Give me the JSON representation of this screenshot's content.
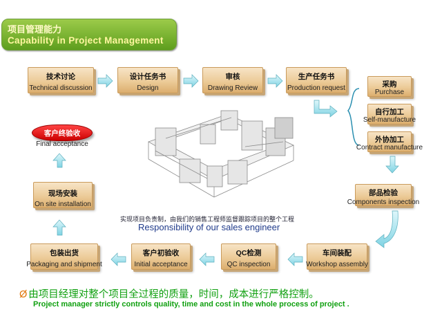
{
  "header": {
    "title_zh": "项目管理能力",
    "title_en": "Capability  in Project  Management"
  },
  "stages": {
    "technical": {
      "zh": "技术讨论",
      "en": "Technical discussion"
    },
    "design": {
      "zh": "设计任务书",
      "en": "Design"
    },
    "review": {
      "zh": "审核",
      "en": "Drawing Review"
    },
    "production": {
      "zh": "生产任务书",
      "en": "Production request"
    },
    "purchase": {
      "zh": "采购",
      "en": "Purchase"
    },
    "self": {
      "zh": "自行加工",
      "en": "Self-manufacture"
    },
    "contract": {
      "zh": "外协加工",
      "en": "Contract manufacture"
    },
    "components": {
      "zh": "部品检验",
      "en": "Components inspection"
    },
    "workshop": {
      "zh": "车间装配",
      "en": "Workshop assembly"
    },
    "qc": {
      "zh": "QC检测",
      "en": "QC inspection"
    },
    "initial": {
      "zh": "客户初验收",
      "en": "Initial acceptance"
    },
    "packaging": {
      "zh": "包装出货",
      "en": "Packaging and shipment"
    },
    "onsite": {
      "zh": "现场安装",
      "en": "On site installation"
    },
    "final": {
      "zh": "客户终验收",
      "en": "Final  acceptance"
    }
  },
  "caption": {
    "zh": "实现项目负责制，由我们的销售工程师监督跟踪项目的整个工程",
    "en": "Responsibility of our sales engineer"
  },
  "footer": {
    "symbol": "Ø",
    "zh": "由项目经理对整个项目全过程的质量，时间，成本进行严格控制。",
    "en": "Project manager strictly controls quality, time and cost in the whole process of project ."
  }
}
